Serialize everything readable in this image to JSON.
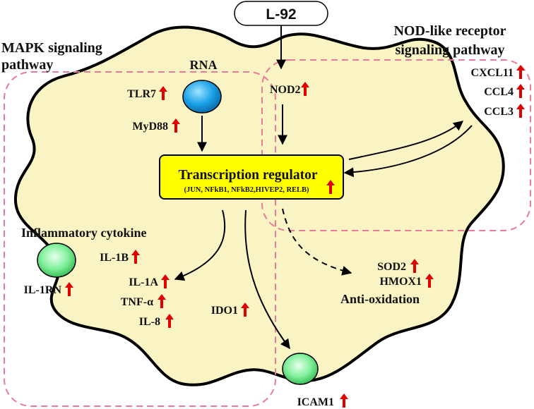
{
  "stimulus": {
    "label": "L-92"
  },
  "pathways": {
    "mapk": {
      "line1": "MAPK signaling",
      "line2": "pathway"
    },
    "nod": {
      "line1": "NOD-like receptor",
      "line2": "signaling pathway"
    }
  },
  "regulator": {
    "title": "Transcription regulator",
    "genes": "(JUN, NFkB1, NFkB2,HIVEP2, RELB)"
  },
  "labels": {
    "rna": "RNA",
    "tlr7": "TLR7",
    "myd88": "MyD88",
    "nod2": "NOD2",
    "cxcl11": "CXCL11",
    "ccl4": "CCL4",
    "ccl3": "CCL3",
    "inflammatory_cytokine": "Inflammatory cytokine",
    "il1b": "IL-1B",
    "il1a": "IL-1A",
    "tnfa": "TNF-α",
    "il8": "IL-8",
    "il1rn": "IL-1RN",
    "ido1": "IDO1",
    "sod2": "SOD2",
    "hmox1": "HMOX1",
    "anti_oxidation": "Anti-oxidation",
    "icam1": "ICAM1"
  },
  "colors": {
    "cell_fill": "#faf3c4",
    "regulator_fill": "#ffff00",
    "up_arrow": "#e00000",
    "pathway_border": "#e87a9a",
    "tlr7_receptor": "#1aa0e6",
    "membrane_protein": "#5fe07a"
  },
  "icons": {
    "up_arrow": "red-up-arrow",
    "receptor": "oval-receptor"
  }
}
